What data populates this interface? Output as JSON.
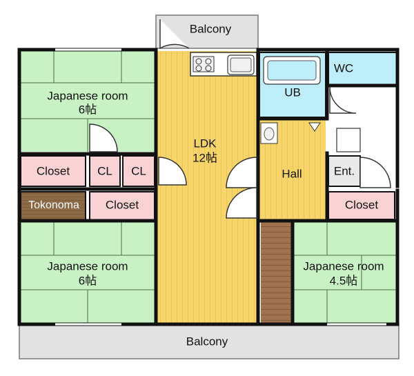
{
  "rooms": {
    "balcony_top": {
      "label": "Balcony"
    },
    "japanese_room_top_left": {
      "label": "Japanese room",
      "size": "6帖"
    },
    "ldk": {
      "label": "LDK",
      "size": "12帖"
    },
    "ub": {
      "label": "UB"
    },
    "wc": {
      "label": "WC"
    },
    "closet_left": {
      "label": "Closet"
    },
    "cl_1": {
      "label": "CL"
    },
    "cl_2": {
      "label": "CL"
    },
    "hall": {
      "label": "Hall"
    },
    "entrance": {
      "label": "Ent."
    },
    "tokonoma": {
      "label": "Tokonoma"
    },
    "closet_middle": {
      "label": "Closet"
    },
    "closet_right": {
      "label": "Closet"
    },
    "japanese_room_bottom_left": {
      "label": "Japanese room",
      "size": "6帖"
    },
    "japanese_room_bottom_right": {
      "label": "Japanese room",
      "size": "4.5帖"
    },
    "balcony_bottom": {
      "label": "Balcony"
    }
  },
  "colors": {
    "tatami": "#c8f2c4",
    "flooring": "#f7d56b",
    "closet": "#f9d3d3",
    "bath": "#bfeefb",
    "balcony": "#e2e2e2",
    "wall": "#111111",
    "tokonoma": "#8b6a45"
  }
}
